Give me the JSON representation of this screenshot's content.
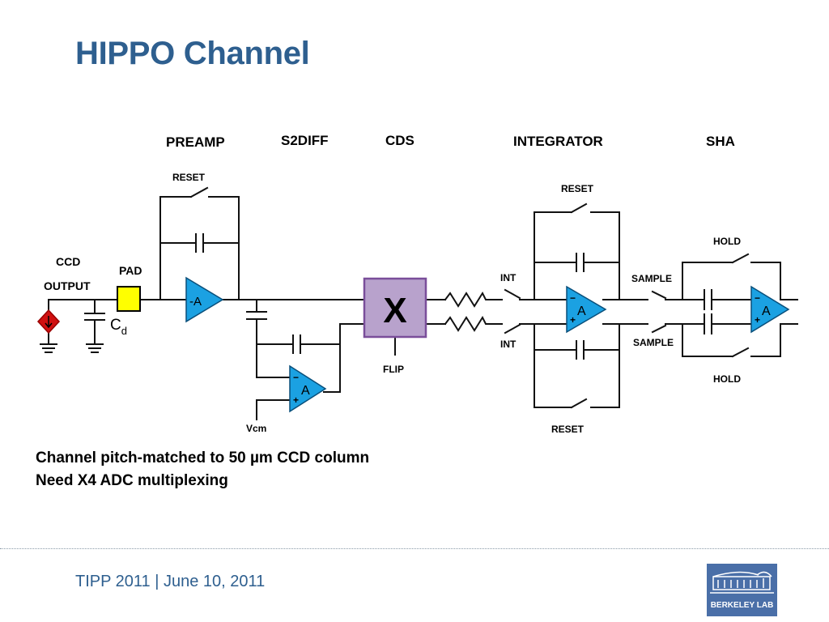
{
  "title": "HIPPO Channel",
  "diagram": {
    "stages": {
      "preamp": "PREAMP",
      "s2diff": "S2DIFF",
      "cds": "CDS",
      "integrator": "INTEGRATOR",
      "sha": "SHA"
    },
    "labels": {
      "ccd": "CCD",
      "output": "OUTPUT",
      "pad": "PAD",
      "cd_main": "C",
      "cd_sub": "d",
      "preamp_reset": "RESET",
      "preamp_gain": "-A",
      "s2diff_gain": "A",
      "vcm": "Vcm",
      "cds_symbol": "X",
      "flip": "FLIP",
      "int_top": "INT",
      "int_bottom": "INT",
      "integrator_reset_top": "RESET",
      "integrator_reset_bottom": "RESET",
      "integrator_gain": "A",
      "sample_top": "SAMPLE",
      "sample_bottom": "SAMPLE",
      "hold_top": "HOLD",
      "hold_bottom": "HOLD",
      "sha_gain": "A",
      "minus": "−",
      "plus": "+"
    },
    "colors": {
      "amplifier": "#1ba1e2",
      "pad": "#ffff00",
      "cds_block": "#b8a2cc",
      "cds_border": "#7a4e9a",
      "source": "#d01010"
    }
  },
  "notes": [
    "Channel pitch-matched to 50 µm CCD column",
    "Need X4 ADC multiplexing"
  ],
  "footer": "TIPP 2011 | June 10, 2011",
  "logo": {
    "icon": "berkeley-lab-building-icon",
    "text": "BERKELEY LAB"
  }
}
